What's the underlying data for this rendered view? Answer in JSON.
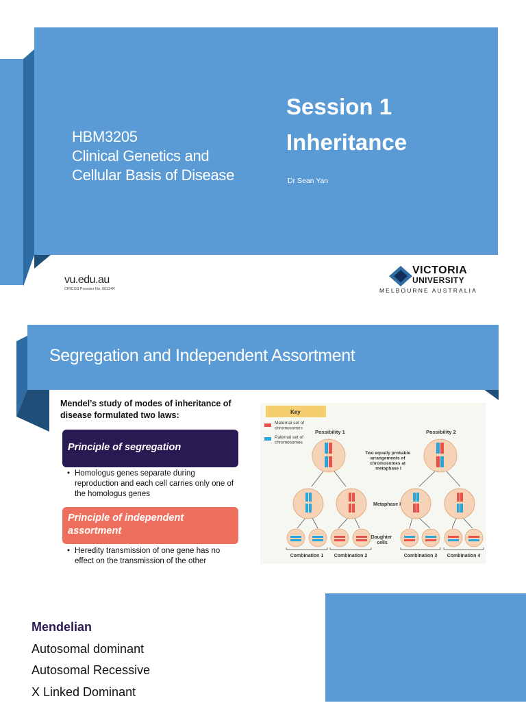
{
  "slide1": {
    "course": [
      "HBM3205",
      "Clinical Genetics and",
      "Cellular Basis of Disease"
    ],
    "session_line1": "Session 1",
    "session_line2": "Inheritance",
    "author": "Dr Sean Yan",
    "url": "vu.edu.au",
    "cricos": "CRICOS Provider No. 00124K",
    "logo": {
      "line1": "VICTORIA",
      "line2": "UNIVERSITY",
      "line3": "MELBOURNE AUSTRALIA"
    }
  },
  "slide2": {
    "title": "Segregation and Independent Assortment",
    "intro": "Mendel’s study of modes of inheritance of disease formulated two laws:",
    "laws": [
      {
        "title": "Principle of segregation",
        "description": "Homologus genes separate during reproduction and each cell carries only one of the homologus genes"
      },
      {
        "title": "Principle of independent assortment",
        "description": "Heredity transmission of one gene has no effect on the transmission of the other"
      }
    ],
    "diagram": {
      "key_title": "Key",
      "key_maternal": [
        "Maternal set of",
        "chromosomes"
      ],
      "key_paternal": [
        "Paternal set of",
        "chromosomes"
      ],
      "possibility1": "Possibility 1",
      "possibility2": "Possibility 2",
      "center_note": [
        "Two equally probable",
        "arrangements of",
        "chromosomes at",
        "metaphase I"
      ],
      "metaphase2": "Metaphase II",
      "daughter": [
        "Daughter",
        "cells"
      ],
      "combinations": [
        "Combination 1",
        "Combination 2",
        "Combination 3",
        "Combination 4"
      ],
      "colors": {
        "maternal": "#e8524a",
        "paternal": "#2aa6dc",
        "cell": "#f6d2b6"
      }
    }
  },
  "slide3": {
    "heading": "Mendelian",
    "items": [
      "Autosomal dominant",
      "Autosomal Recessive",
      "X Linked Dominant"
    ]
  },
  "colors": {
    "accent": "#5b9bd5",
    "accent_dark": "#2e6da4",
    "navy": "#2a1a54",
    "coral": "#ee6f5e"
  }
}
